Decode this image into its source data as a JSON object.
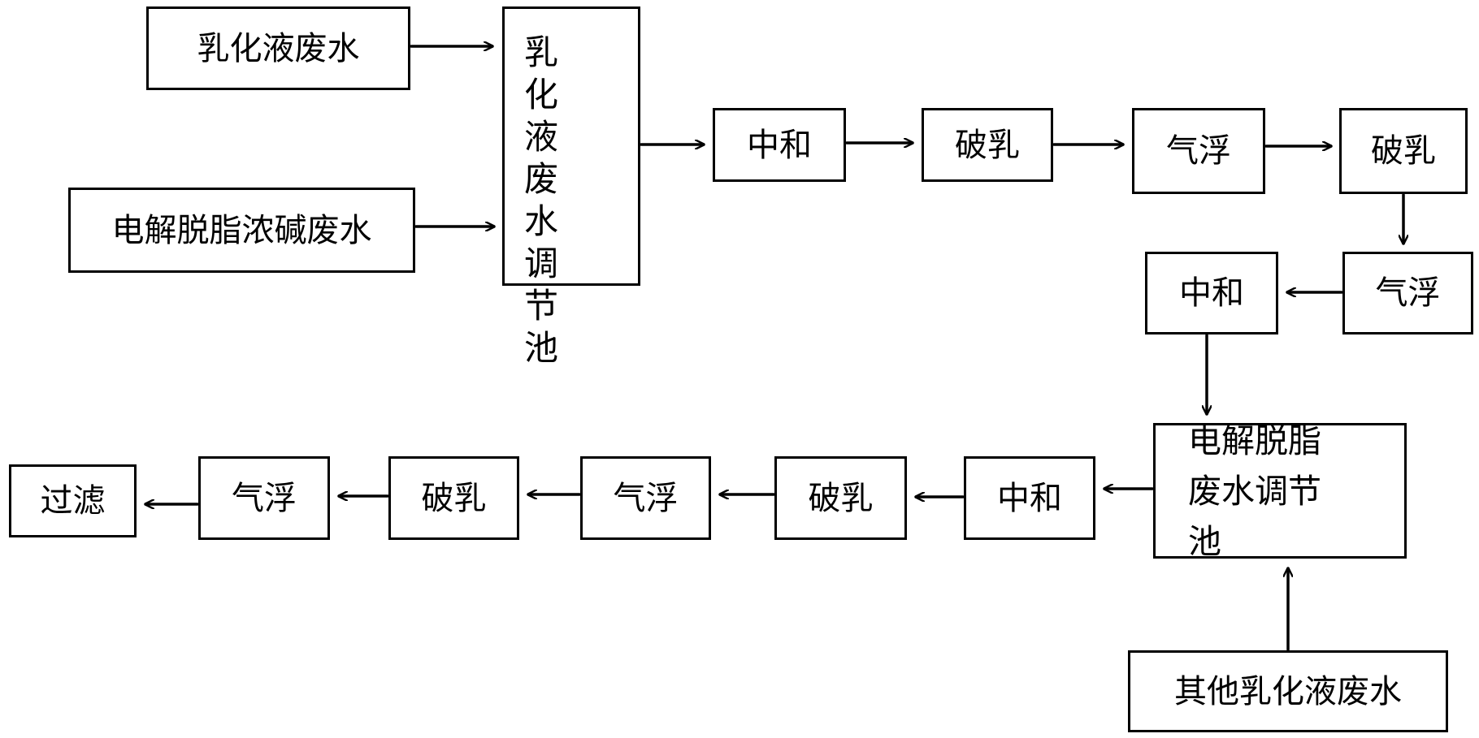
{
  "diagram": {
    "nodes": {
      "emulsion_wastewater": "乳化液废水",
      "degreasing_alkali_wastewater": "电解脱脂浓碱废水",
      "emulsion_regulating_tank": "乳化液废水调节池",
      "neutralize_1": "中和",
      "demulsify_1": "破乳",
      "air_float_1": "气浮",
      "demulsify_2": "破乳",
      "air_float_2": "气浮",
      "neutralize_2": "中和",
      "degreasing_regulating_tank": "电解脱脂废水调节池",
      "other_emulsion_wastewater": "其他乳化液废水",
      "neutralize_3": "中和",
      "demulsify_3": "破乳",
      "air_float_3": "气浮",
      "demulsify_4": "破乳",
      "air_float_4": "气浮",
      "filtration": "过滤"
    }
  }
}
